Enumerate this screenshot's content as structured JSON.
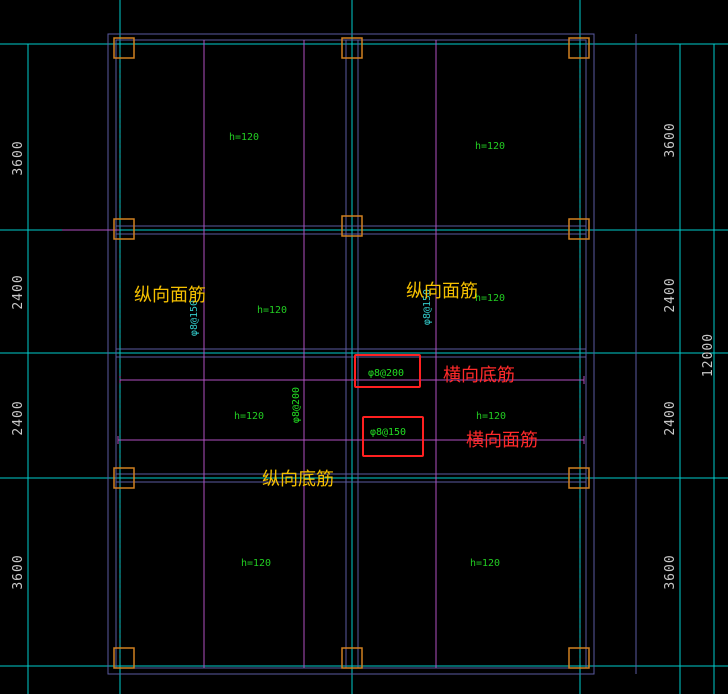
{
  "dimensions": {
    "left": [
      "3600",
      "2400",
      "2400",
      "3600"
    ],
    "right": [
      "3600",
      "2400",
      "2400",
      "3600"
    ],
    "total": "12000"
  },
  "slab_thickness_label": "h=120",
  "rebar": {
    "vertical_left": "φ8@150",
    "vertical_right": "φ8@150",
    "vertical_mid": "φ8@200",
    "transverse_bottom": "φ8@200",
    "transverse_top": "φ8@150"
  },
  "labels": {
    "long_top_left": "纵向面筋",
    "long_top_right": "纵向面筋",
    "trans_bottom": "横向底筋",
    "trans_top": "横向面筋",
    "long_bottom": "纵向底筋"
  },
  "colors": {
    "background": "#000000",
    "grid_axis": "#00cccc",
    "beam_outline": "#5a5aa0",
    "rebar_line": "#b050c0",
    "column": "#d08020",
    "slab_text": "#22cc22",
    "annotation_yellow": "#f5c000",
    "annotation_red": "#ff2020"
  }
}
